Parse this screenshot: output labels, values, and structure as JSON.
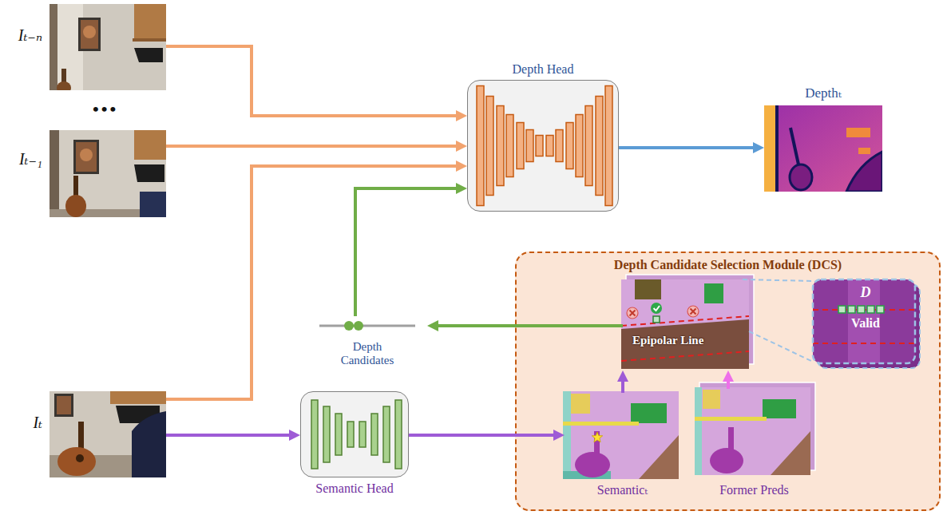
{
  "diagram": {
    "nodes": [
      {
        "text": [
          "Iₜ₋ₙ"
        ]
      },
      {
        "text": [
          "Iₜ₋₁"
        ]
      },
      {
        "text": [
          "Depth Head"
        ]
      },
      {
        "text": [
          "Depthₜ"
        ]
      },
      {
        "text": [
          "Depth Candidates"
        ]
      },
      {
        "text": [
          "Depth Candidate Selection Module (DCS)"
        ]
      },
      {
        "text": [
          "Epipolar Line"
        ],
        "in": 5
      },
      {
        "text": [
          "D",
          "Valid"
        ],
        "in": 5
      },
      {
        "text": [
          "Iₜ"
        ]
      },
      {
        "text": [
          "Semantic Head"
        ]
      },
      {
        "text": [
          "Semanticₜ"
        ],
        "in": 5
      },
      {
        "text": [
          "Former Preds"
        ],
        "in": 5
      }
    ],
    "edges": [
      {
        "from": 0,
        "to": 2,
        "arrow": "to"
      },
      {
        "from": 1,
        "to": 2,
        "arrow": "to"
      },
      {
        "from": 8,
        "to": 2,
        "arrow": "to"
      },
      {
        "from": 4,
        "to": 2,
        "arrow": "to"
      },
      {
        "from": 2,
        "to": 3,
        "arrow": "to"
      },
      {
        "from": 8,
        "to": 9,
        "arrow": "to"
      },
      {
        "from": 9,
        "to": 10,
        "arrow": "to"
      },
      {
        "from": 10,
        "to": 6,
        "arrow": "to"
      },
      {
        "from": 11,
        "to": 6,
        "arrow": "to"
      },
      {
        "from": 6,
        "to": 4,
        "arrow": "to"
      }
    ],
    "labels": [
      "•••"
    ]
  }
}
